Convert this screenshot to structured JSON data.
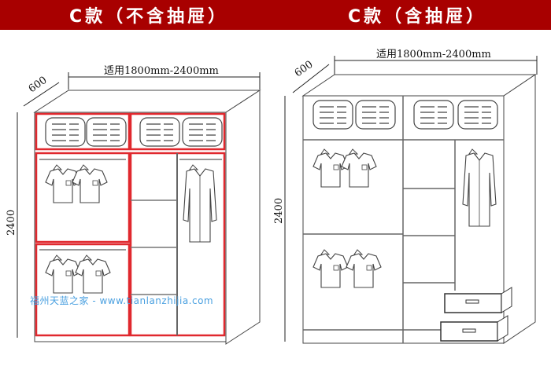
{
  "header": {
    "left_title": "C款（不含抽屉）",
    "right_title": "C款（含抽屉）"
  },
  "left_wardrobe": {
    "width_label": "适用1800mm-2400mm",
    "depth_label": "600",
    "height_label": "2400",
    "highlight_color": "#e0282e"
  },
  "right_wardrobe": {
    "width_label": "适用1800mm-2400mm",
    "depth_label": "600",
    "height_label": "2400"
  },
  "watermark": "福州天蓝之家 - www.tianlanzhijia.com"
}
